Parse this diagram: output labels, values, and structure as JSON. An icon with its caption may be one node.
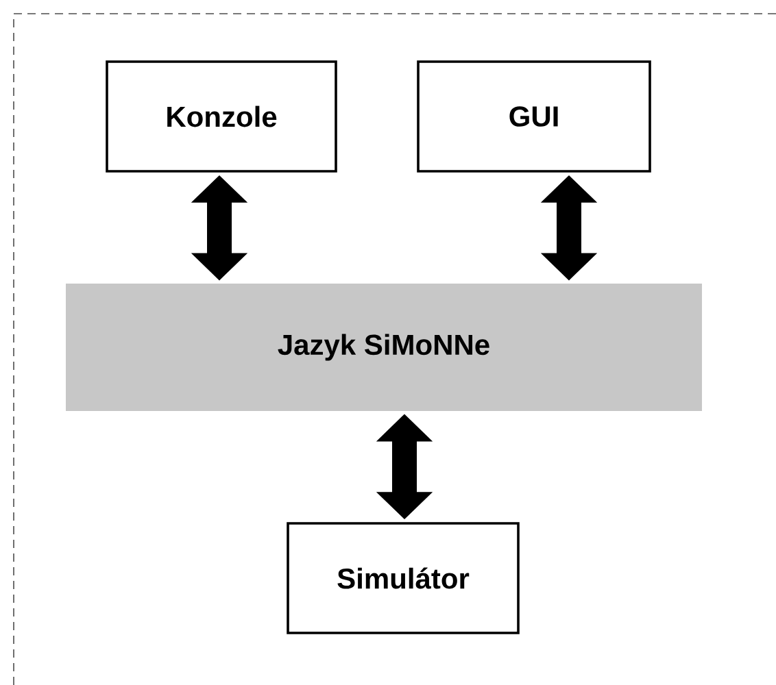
{
  "diagram": {
    "nodes": [
      {
        "text": [
          "Konzole"
        ]
      },
      {
        "text": [
          "GUI"
        ]
      },
      {
        "text": [
          "Jazyk SiMoNNe"
        ]
      },
      {
        "text": [
          "Simulátor"
        ]
      }
    ],
    "edges": [
      {
        "from": 0,
        "to": 2,
        "arrow": "both"
      },
      {
        "from": 1,
        "to": 2,
        "arrow": "both"
      },
      {
        "from": 2,
        "to": 3,
        "arrow": "both"
      }
    ]
  }
}
